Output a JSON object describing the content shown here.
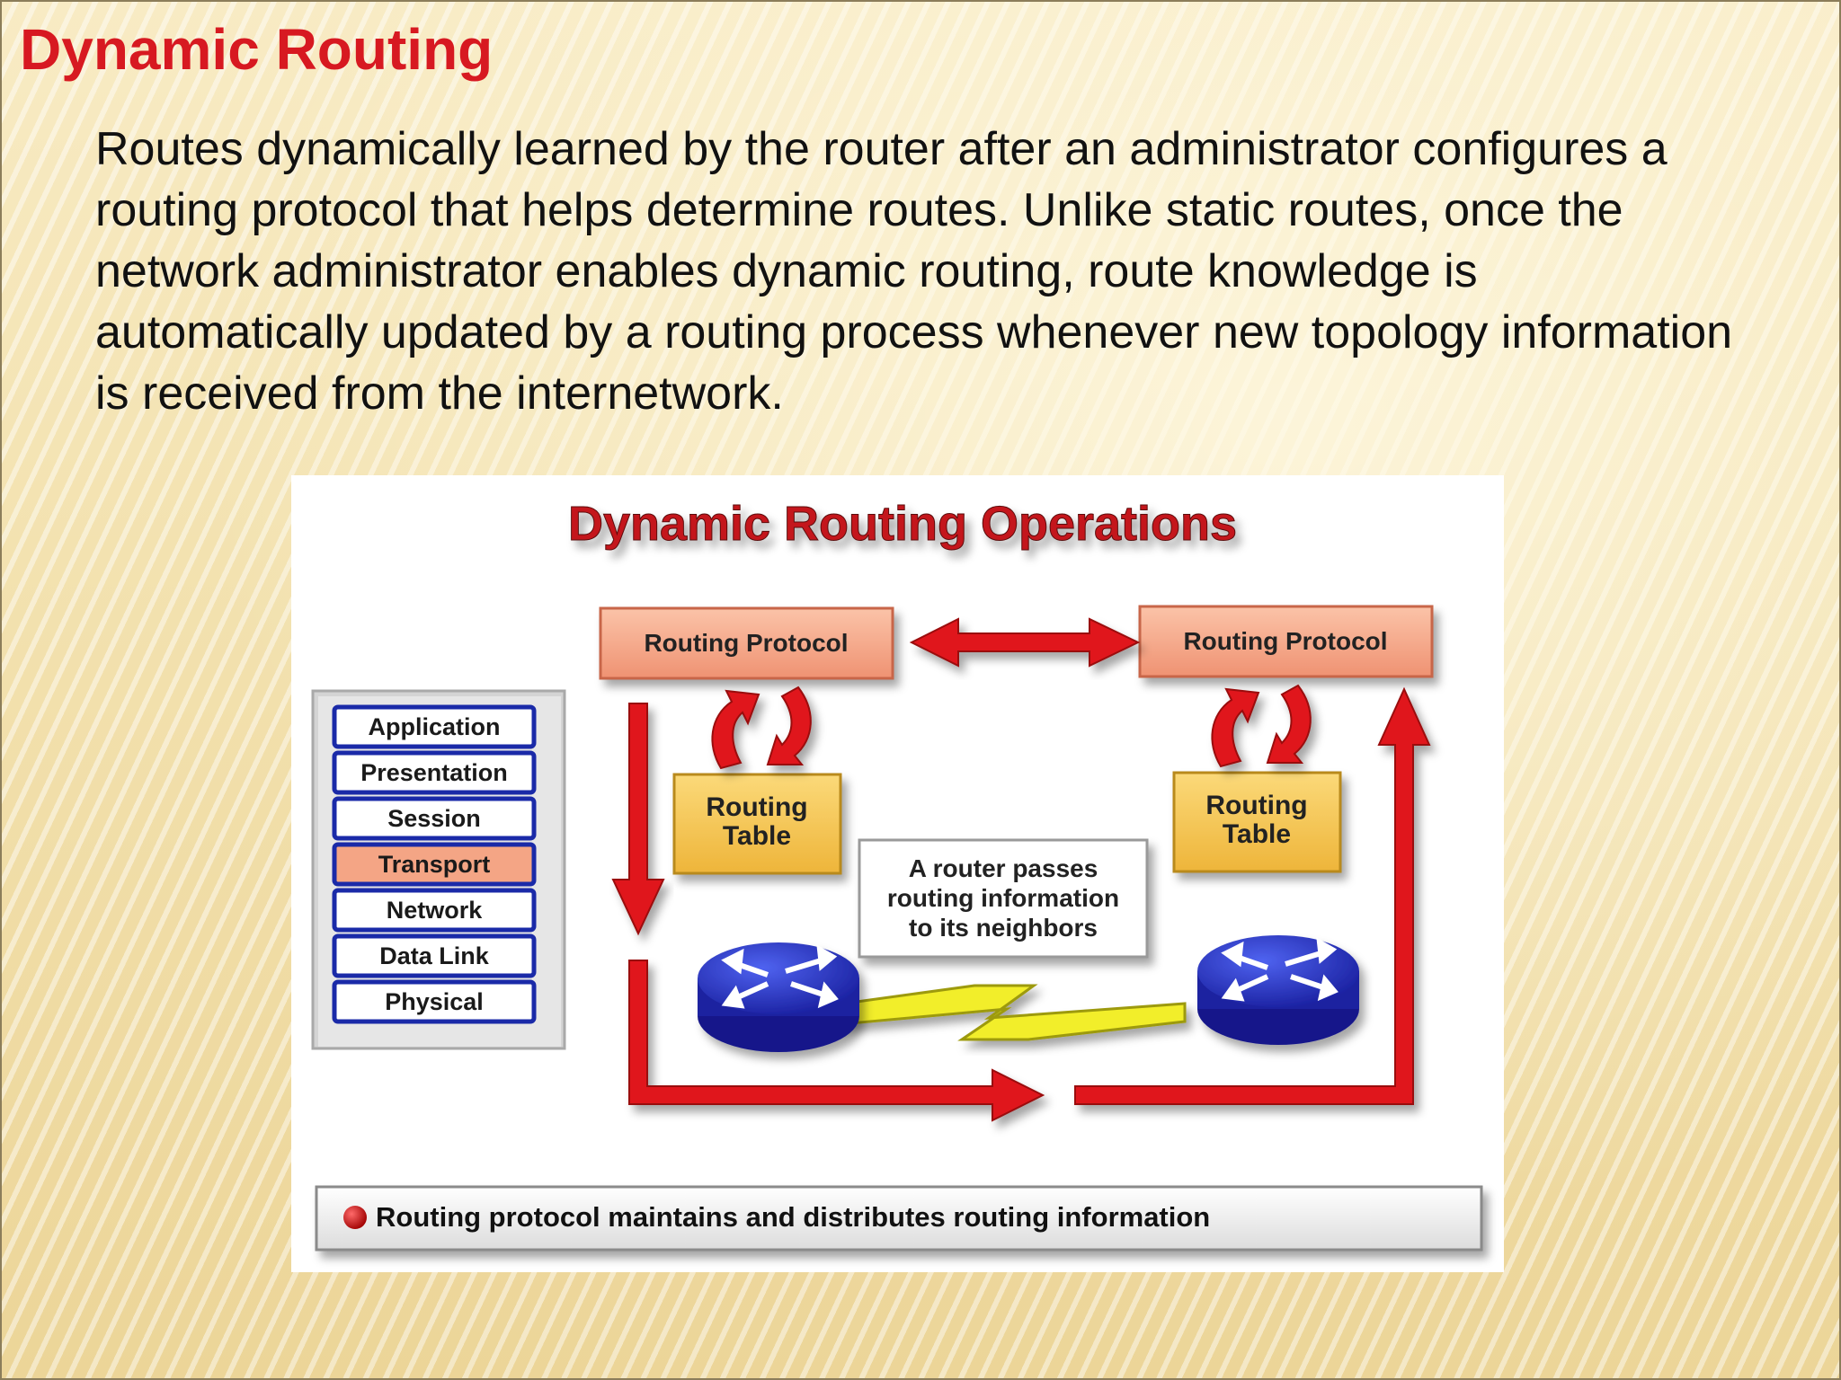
{
  "slide": {
    "title": "Dynamic Routing",
    "paragraph": "Routes dynamically learned by the router after an administrator configures a routing protocol that helps determine routes. Unlike static routes, once the network administrator enables dynamic routing, route knowledge is automatically updated by a routing process whenever new topology information is received from the internetwork."
  },
  "diagram": {
    "title": "Dynamic Routing Operations",
    "left_protocol": "Routing Protocol",
    "right_protocol": "Routing Protocol",
    "left_table_line1": "Routing",
    "left_table_line2": "Table",
    "right_table_line1": "Routing",
    "right_table_line2": "Table",
    "note_line1": "A router passes",
    "note_line2": "routing information",
    "note_line3": "to its neighbors",
    "osi_layers": [
      "Application",
      "Presentation",
      "Session",
      "Transport",
      "Network",
      "Data Link",
      "Physical"
    ],
    "highlighted_layer": "Transport",
    "caption": "Routing protocol maintains and distributes routing information",
    "colors": {
      "title_red": "#d71921",
      "protocol_box": "#f4a585",
      "table_box": "#f6c75a",
      "arrow_red": "#e0161c",
      "router_blue": "#2a35c8",
      "link_yellow": "#f2ee2a",
      "osi_border": "#1a2aa8"
    }
  }
}
